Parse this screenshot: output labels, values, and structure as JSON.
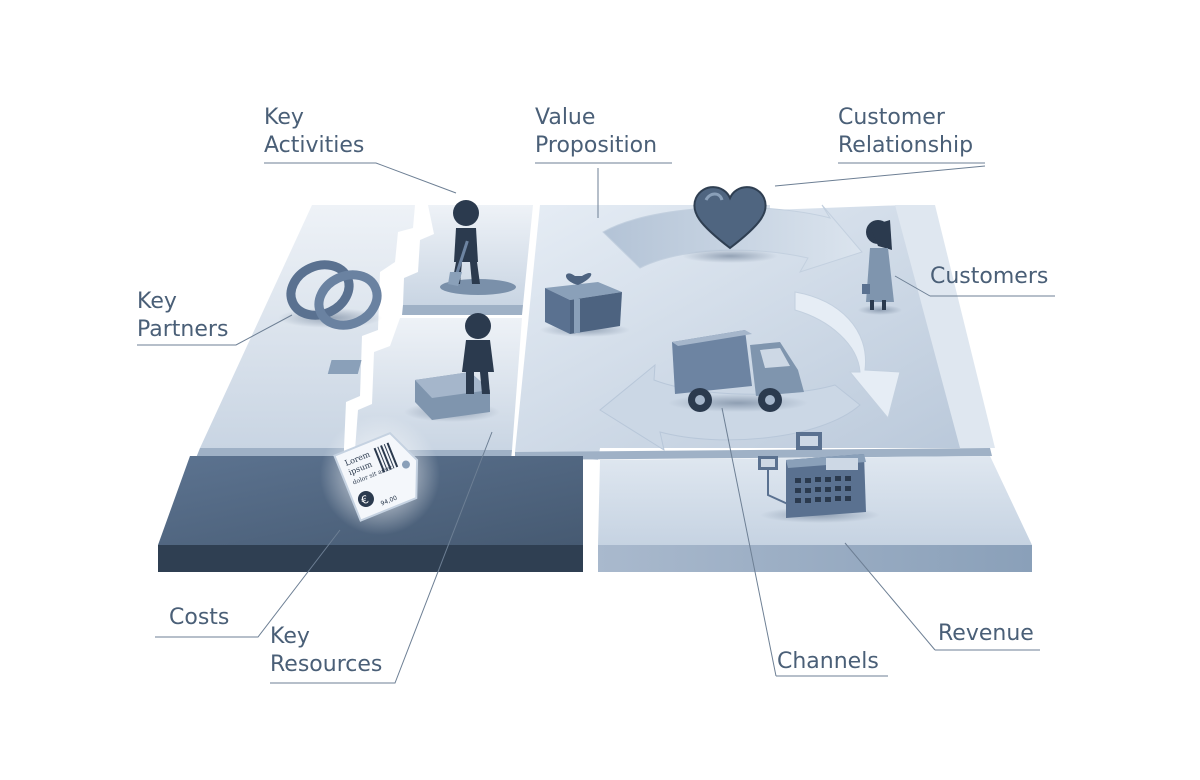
{
  "diagram": {
    "labels": {
      "key_activities": [
        "Key",
        "Activities"
      ],
      "value_proposition": [
        "Value",
        "Proposition"
      ],
      "customer_relationship": [
        "Customer",
        "Relationship"
      ],
      "key_partners": [
        "Key",
        "Partners"
      ],
      "customers": [
        "Customers"
      ],
      "costs": [
        "Costs"
      ],
      "key_resources": [
        "Key",
        "Resources"
      ],
      "channels": [
        "Channels"
      ],
      "revenue": [
        "Revenue"
      ]
    },
    "price_tag_text": [
      "Lorem",
      "ipsum",
      "dolor sit amet",
      "94,00"
    ],
    "price_tag_symbol": "€",
    "colors": {
      "label_text": "#4a5f77",
      "leader_line": "#6d7f94",
      "board_light": "#dde6f0",
      "board_mid": "#aebdd0",
      "board_dark": "#7f95ae",
      "cost_top": "#4f6580",
      "cost_side": "#2f3f52",
      "figure": "#5a7190",
      "figure_dark": "#2b3a4e"
    },
    "icons": [
      "rings-icon",
      "person-activities-icon",
      "person-resources-icon",
      "gift-icon",
      "heart-icon",
      "truck-icon",
      "customer-person-icon",
      "price-tag-icon",
      "cash-register-icon"
    ]
  }
}
